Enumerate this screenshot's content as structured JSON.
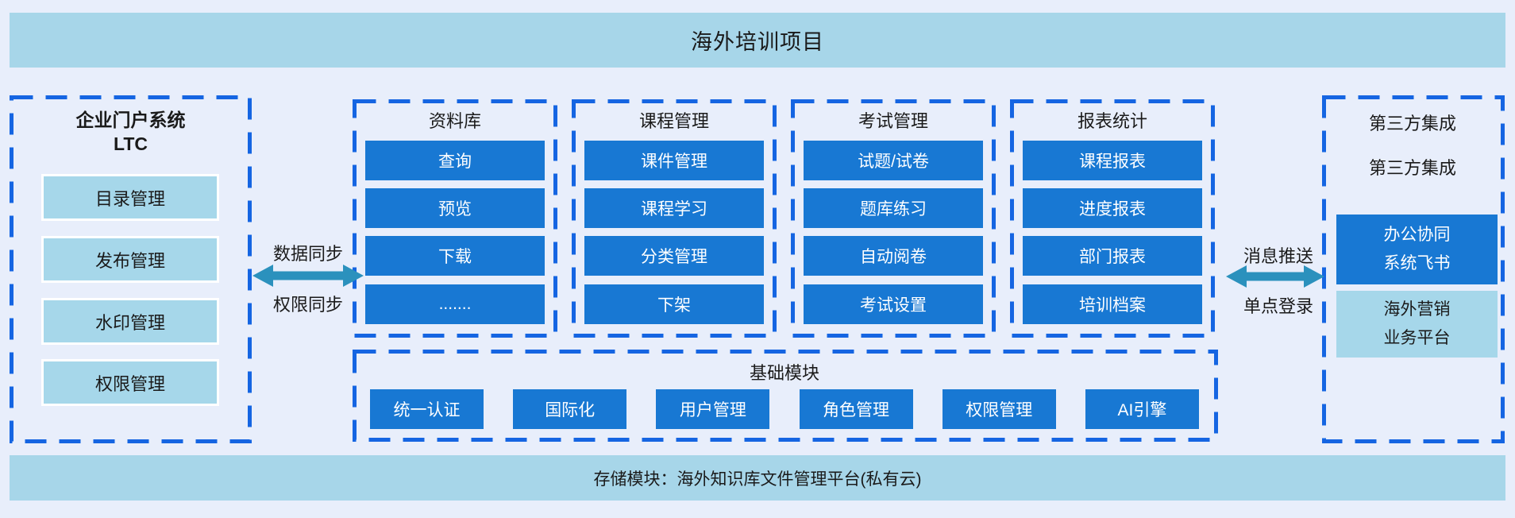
{
  "header": {
    "title": "海外培训项目"
  },
  "footer": {
    "storage_bar": "存储模块：海外知识库文件管理平台(私有云)"
  },
  "left_panel": {
    "title_line1": "企业门户系统",
    "title_line2": "LTC",
    "items": [
      "目录管理",
      "发布管理",
      "水印管理",
      "权限管理"
    ]
  },
  "sync_left": {
    "top_label": "数据同步",
    "bottom_label": "权限同步"
  },
  "sync_right": {
    "top_label": "消息推送",
    "bottom_label": "单点登录"
  },
  "columns": [
    {
      "title": "资料库",
      "items": [
        "查询",
        "预览",
        "下载",
        "......."
      ]
    },
    {
      "title": "课程管理",
      "items": [
        "课件管理",
        "课程学习",
        "分类管理",
        "下架"
      ]
    },
    {
      "title": "考试管理",
      "items": [
        "试题/试卷",
        "题库练习",
        "自动阅卷",
        "考试设置"
      ]
    },
    {
      "title": "报表统计",
      "items": [
        "课程报表",
        "进度报表",
        "部门报表",
        "培训档案"
      ]
    }
  ],
  "base_module": {
    "title": "基础模块",
    "items": [
      "统一认证",
      "国际化",
      "用户管理",
      "角色管理",
      "权限管理",
      "AI引擎"
    ]
  },
  "right_panel": {
    "title_line1": "第三方集成",
    "title_line2": "第三方集成",
    "box1_line1": "办公协同",
    "box1_line2": "系统飞书",
    "box2_line1": "海外营销",
    "box2_line2": "业务平台"
  },
  "colors": {
    "page_background": "#e8eefb",
    "banner_blue": "#a7d6e9",
    "dashed_border_blue": "#1565e2",
    "module_button_blue": "#1878d3",
    "light_item_blue": "#a6d7ea",
    "sync_arrow_teal": "#2b91bd"
  }
}
